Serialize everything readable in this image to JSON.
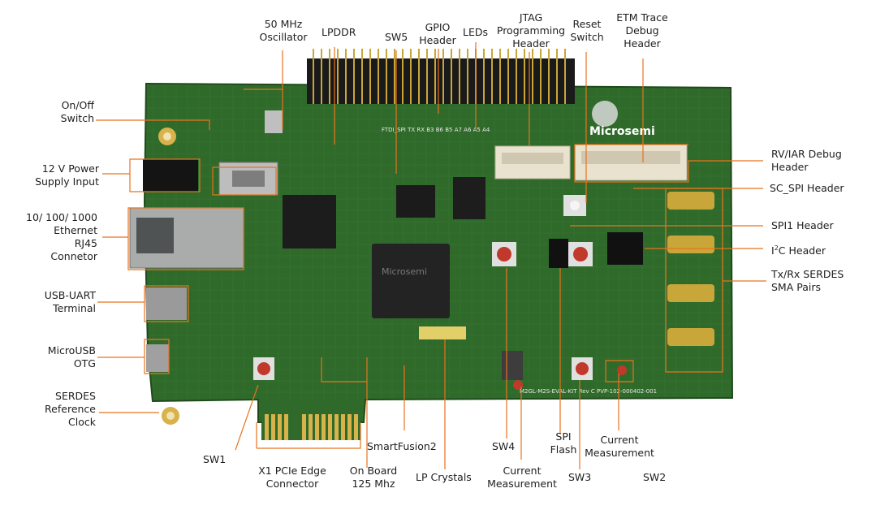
{
  "labels": {
    "oscillator": [
      "50 MHz",
      "Oscillator"
    ],
    "lpddr": "LPDDR",
    "sw5": "SW5",
    "gpio": [
      "GPIO",
      "Header"
    ],
    "leds": "LEDs",
    "jtag": [
      "JTAG",
      "Programming",
      "Header"
    ],
    "reset": [
      "Reset",
      "Switch"
    ],
    "etm": [
      "ETM Trace",
      "Debug",
      "Header"
    ],
    "onoff": [
      "On/Off",
      "Switch"
    ],
    "power": [
      "12 V Power",
      "Supply Input"
    ],
    "ethernet": [
      "10/ 100/ 1000",
      "Ethernet",
      "RJ45",
      "Connetor"
    ],
    "usb_uart": [
      "USB-UART",
      "Terminal"
    ],
    "microusb": [
      "MicroUSB",
      "OTG"
    ],
    "serdes_clk": [
      "SERDES",
      "Reference",
      "Clock"
    ],
    "sw1": "SW1",
    "pcie": [
      "X1 PCIe Edge",
      "Connector"
    ],
    "onboard": [
      "On Board",
      "125 Mhz"
    ],
    "smartfusion": "SmartFusion2",
    "lp_crystals": "LP Crystals",
    "sw4": "SW4",
    "current_meas_1": [
      "Current",
      "Measurement"
    ],
    "spi_flash": [
      "SPI",
      "Flash"
    ],
    "sw3": "SW3",
    "current_meas_2": [
      "Current",
      "Measurement"
    ],
    "sw2": "SW2",
    "rviar": [
      "RV/IAR Debug",
      "Header"
    ],
    "sc_spi": "SC_SPI Header",
    "spi1": "SPI1 Header",
    "i2c_pre": "I",
    "i2c_sup": "2",
    "i2c_post": "C Header",
    "serdes_sma": [
      "Tx/Rx SERDES",
      "SMA Pairs"
    ]
  },
  "board": {
    "logo": "Microsemi",
    "chip_text": "Microsemi",
    "silk_top": "FTDI_SPI  TX  RX  B3 B6 B5 A7 A6 A5 A4",
    "silk_bottom": "M2GL-M2S-EVAL-KIT Rev C  PVP-102-000402-001",
    "colors": {
      "pcb": "#2f6a2a",
      "pcb_dark": "#244f21",
      "gold": "#c9a63a",
      "leader": "#e8731e"
    }
  }
}
